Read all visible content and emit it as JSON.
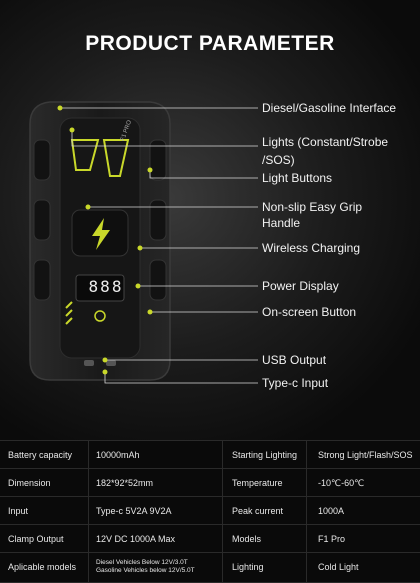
{
  "title": "PRODUCT PARAMETER",
  "device": {
    "model_label": "F1 PRO",
    "display": "888"
  },
  "callouts": [
    "Diesel/Gasoline Interface",
    "Lights (Constant/Strobe",
    "/SOS)",
    "Light Buttons",
    "Non-slip Easy Grip",
    "Handle",
    "Wireless Charging",
    "Power Display",
    "On-screen Button",
    "USB Output",
    "Type-c Input"
  ],
  "specs": [
    [
      "Battery capacity",
      "10000mAh",
      "Starting Lighting",
      "Strong Light/Flash/SOS"
    ],
    [
      "Dimension",
      "182*92*52mm",
      "Temperature",
      "-10℃-60℃"
    ],
    [
      "Input",
      "Type-c 5V2A 9V2A",
      "Peak current",
      "1000A"
    ],
    [
      "Clamp Output",
      "12V DC 1000A Max",
      "Models",
      "F1 Pro"
    ],
    [
      "Aplicable models",
      "Diesel Vehicles Below 12V/3.0T",
      "Lighting",
      "Cold Light"
    ]
  ],
  "specs_extra": "Gasoline Vehicles below 12V/5.0T",
  "colors": {
    "accent": "#c9d82a",
    "body": "#1a1a1a",
    "line": "#d9d9d9"
  }
}
